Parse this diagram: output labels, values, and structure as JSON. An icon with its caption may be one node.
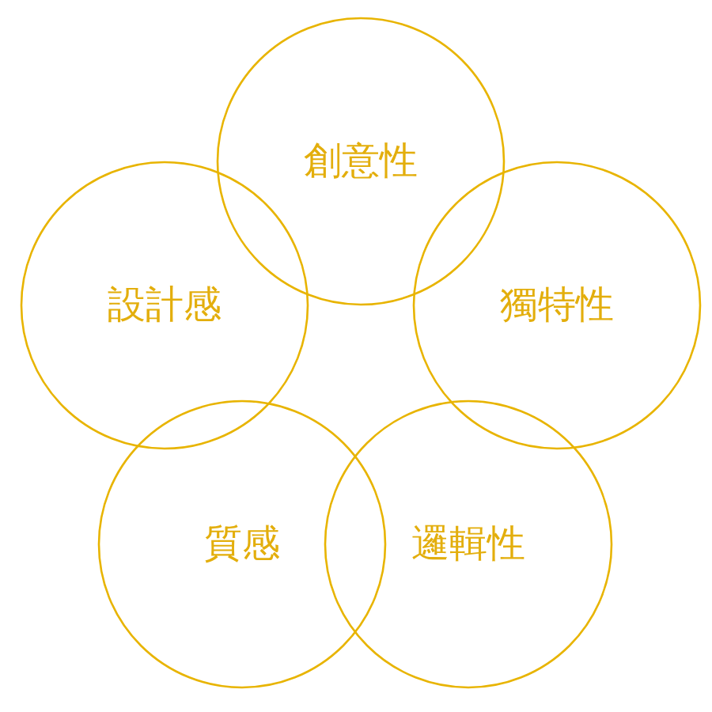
{
  "diagram": {
    "nodes": [
      {
        "text": [
          "創意性"
        ]
      },
      {
        "text": [
          "設計感"
        ]
      },
      {
        "text": [
          "獨特性"
        ]
      },
      {
        "text": [
          "質感"
        ]
      },
      {
        "text": [
          "邏輯性"
        ]
      }
    ]
  }
}
